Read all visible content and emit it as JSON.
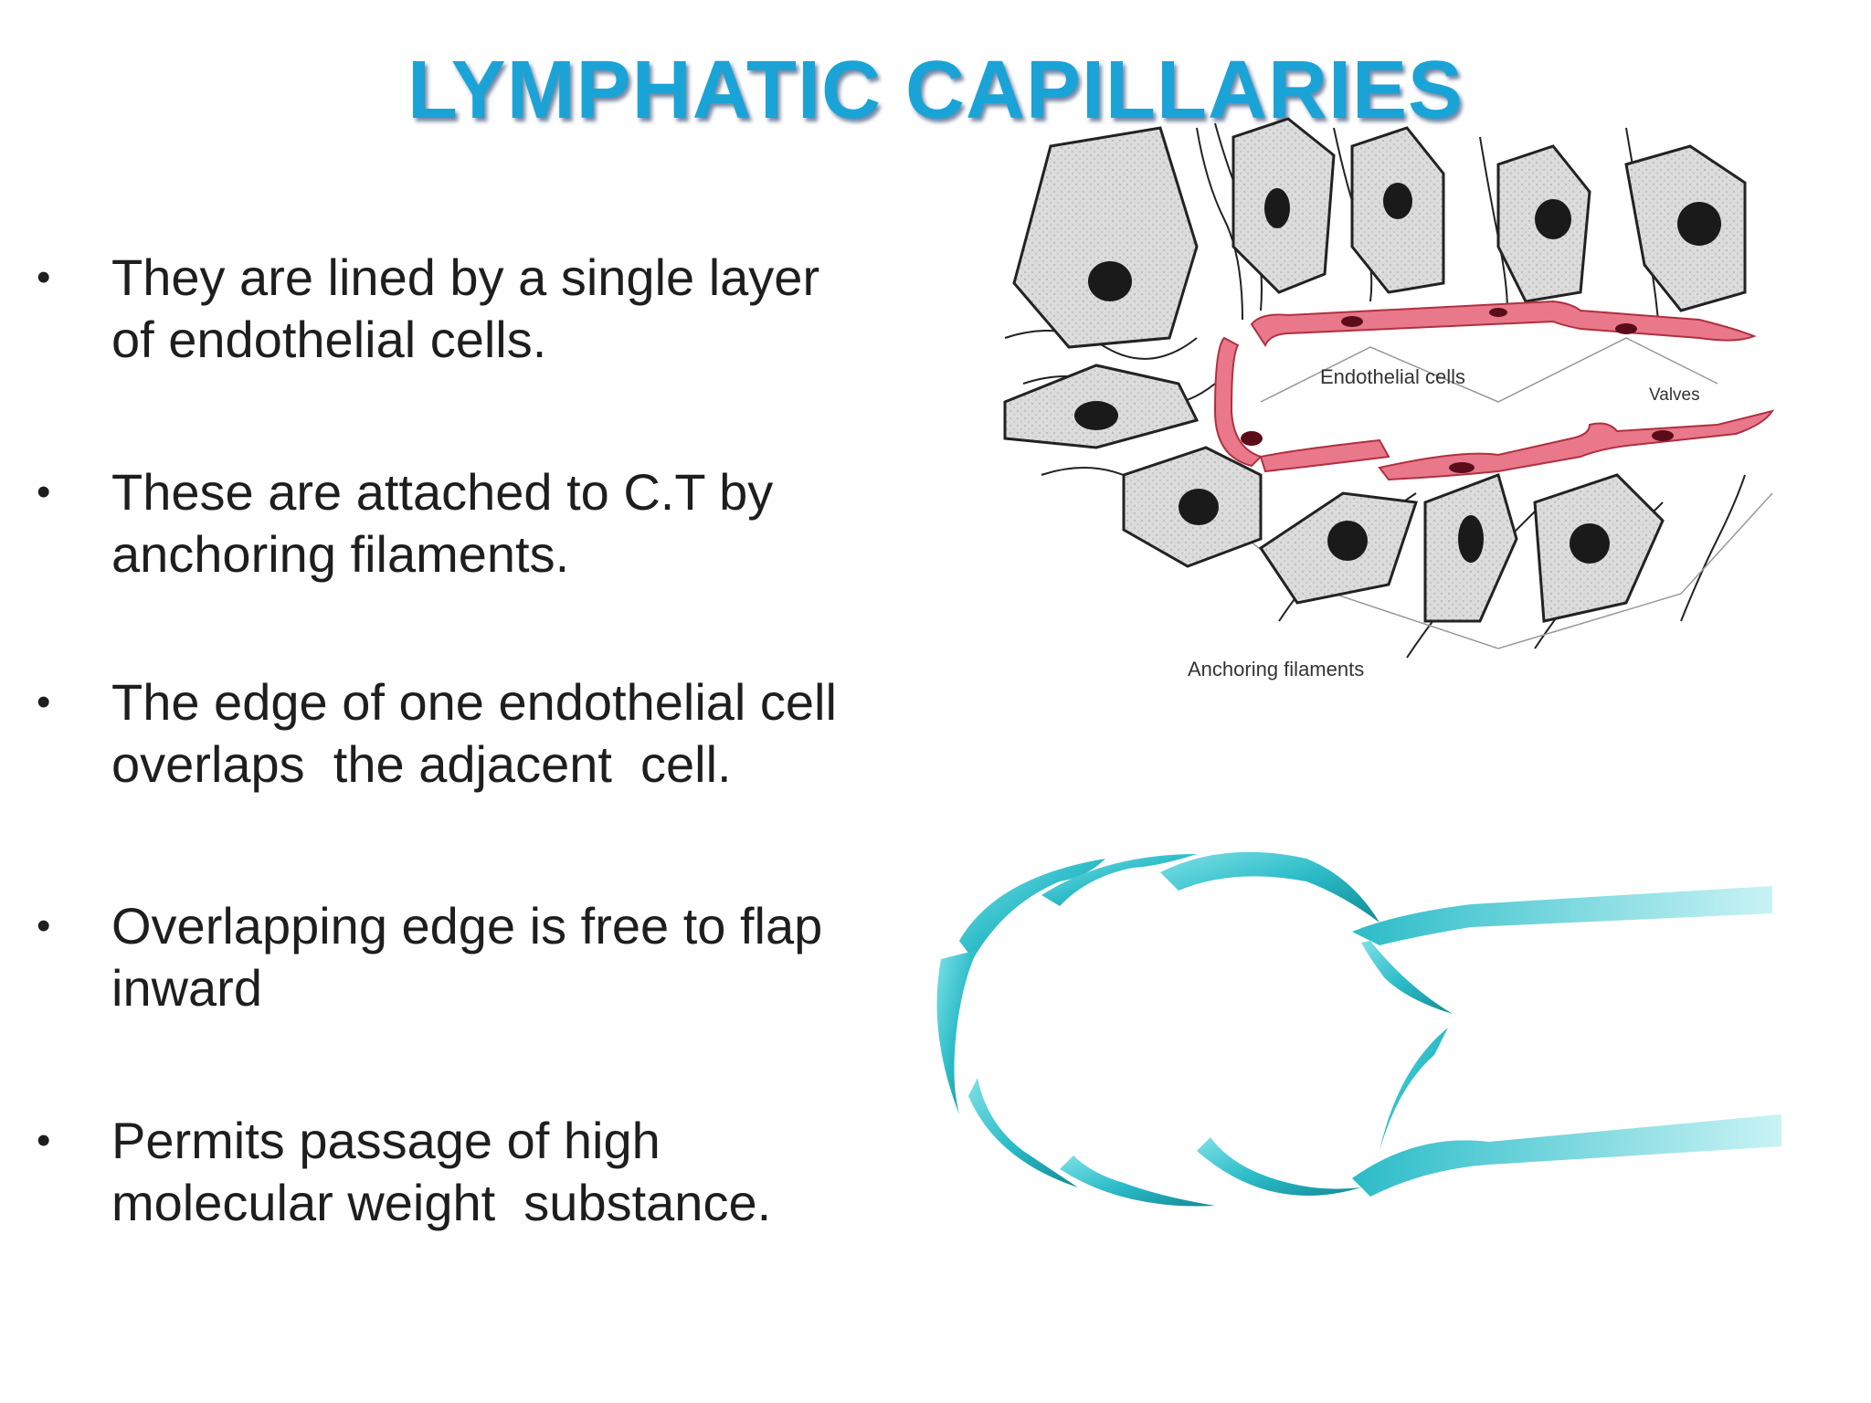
{
  "slide": {
    "title": "LYMPHATIC CAPILLARIES",
    "title_color": "#1aa3d6",
    "bullet_glyph": "•",
    "bullets": [
      "They are lined by a single layer\nof endothelial cells.",
      "These are attached to C.T by\nanchoring filaments.",
      "The edge of one endothelial cell\noverlaps  the adjacent  cell.",
      "Overlapping edge is free to flap\ninward",
      "Permits passage of high\nmolecular weight  substance."
    ]
  },
  "diagram": {
    "labels": {
      "endothelial_cells": "Endothelial cells",
      "valves": "Valves",
      "anchoring_filaments": "Anchoring filaments"
    },
    "colors": {
      "vessel_wall": "#e8788a",
      "vessel_wall_dark": "#b03040",
      "cell_fill": "#d6d6d6",
      "nucleus": "#1a1a1a",
      "ribbon": "#2bbcc8",
      "ribbon_dark": "#128a96"
    }
  }
}
